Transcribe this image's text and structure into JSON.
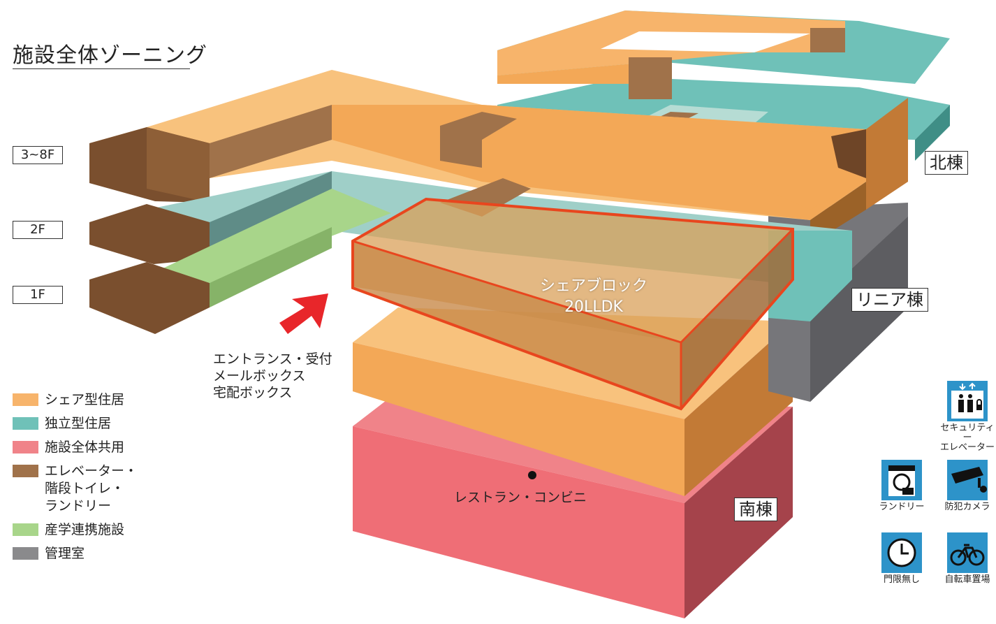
{
  "title": "施設全体ゾーニング",
  "floors": [
    "3~8F",
    "2F",
    "1F"
  ],
  "buildings": {
    "north": "北棟",
    "linear": "リニア棟",
    "south": "南棟"
  },
  "share_block": {
    "line1": "シェアブロック",
    "line2": "20LLDK"
  },
  "entrance_caption": "エントランス・受付\nメールボックス\n宅配ボックス",
  "restaurant_caption": "レストラン・コンビニ",
  "legend": [
    {
      "label": "シェア型住居",
      "color": "#f7b46b"
    },
    {
      "label": "独立型住居",
      "color": "#6fc1b8"
    },
    {
      "label": "施設全体共用",
      "color": "#f08389"
    },
    {
      "label": "エレベーター・\n階段トイレ・\nランドリー",
      "color": "#a0724a"
    },
    {
      "label": "産学連携施設",
      "color": "#a8d58a"
    },
    {
      "label": "管理室",
      "color": "#8a8a8c"
    }
  ],
  "amenities": [
    {
      "label": "セキュリティー\nエレベーター",
      "icon": "elevator-icon"
    },
    {
      "label": "ランドリー",
      "icon": "washing-machine-icon"
    },
    {
      "label": "防犯カメラ",
      "icon": "camera-icon"
    },
    {
      "label": "門限無し",
      "icon": "clock-icon"
    },
    {
      "label": "自転車置場",
      "icon": "bicycle-icon"
    }
  ],
  "colors": {
    "accent_arrow": "#e8262a",
    "highlight_outline": "#e8461e",
    "icon_tile": "#2d93c9"
  }
}
